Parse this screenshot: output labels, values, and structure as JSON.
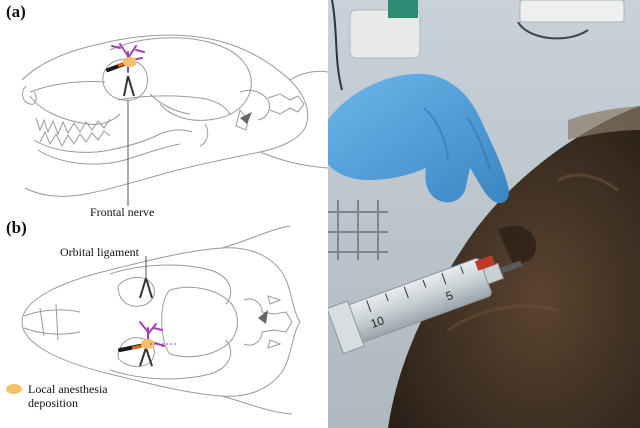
{
  "panel_a": {
    "label": "(a)"
  },
  "panel_b": {
    "label": "(b)"
  },
  "callouts": {
    "frontal_nerve": "Frontal nerve",
    "orbital_ligament": "Orbital ligament"
  },
  "legend": {
    "text": "Local anesthesia deposition",
    "color": "#f4c06a"
  },
  "colors": {
    "outline": "#9a9a9a",
    "nerve": "#a040b8",
    "needle": "#1a1a1a",
    "syringe_tip": "#d96a1a",
    "glove": "#4ea0dc",
    "fur": "#4a3a2a"
  },
  "syringe_scale": [
    "5",
    "10"
  ]
}
